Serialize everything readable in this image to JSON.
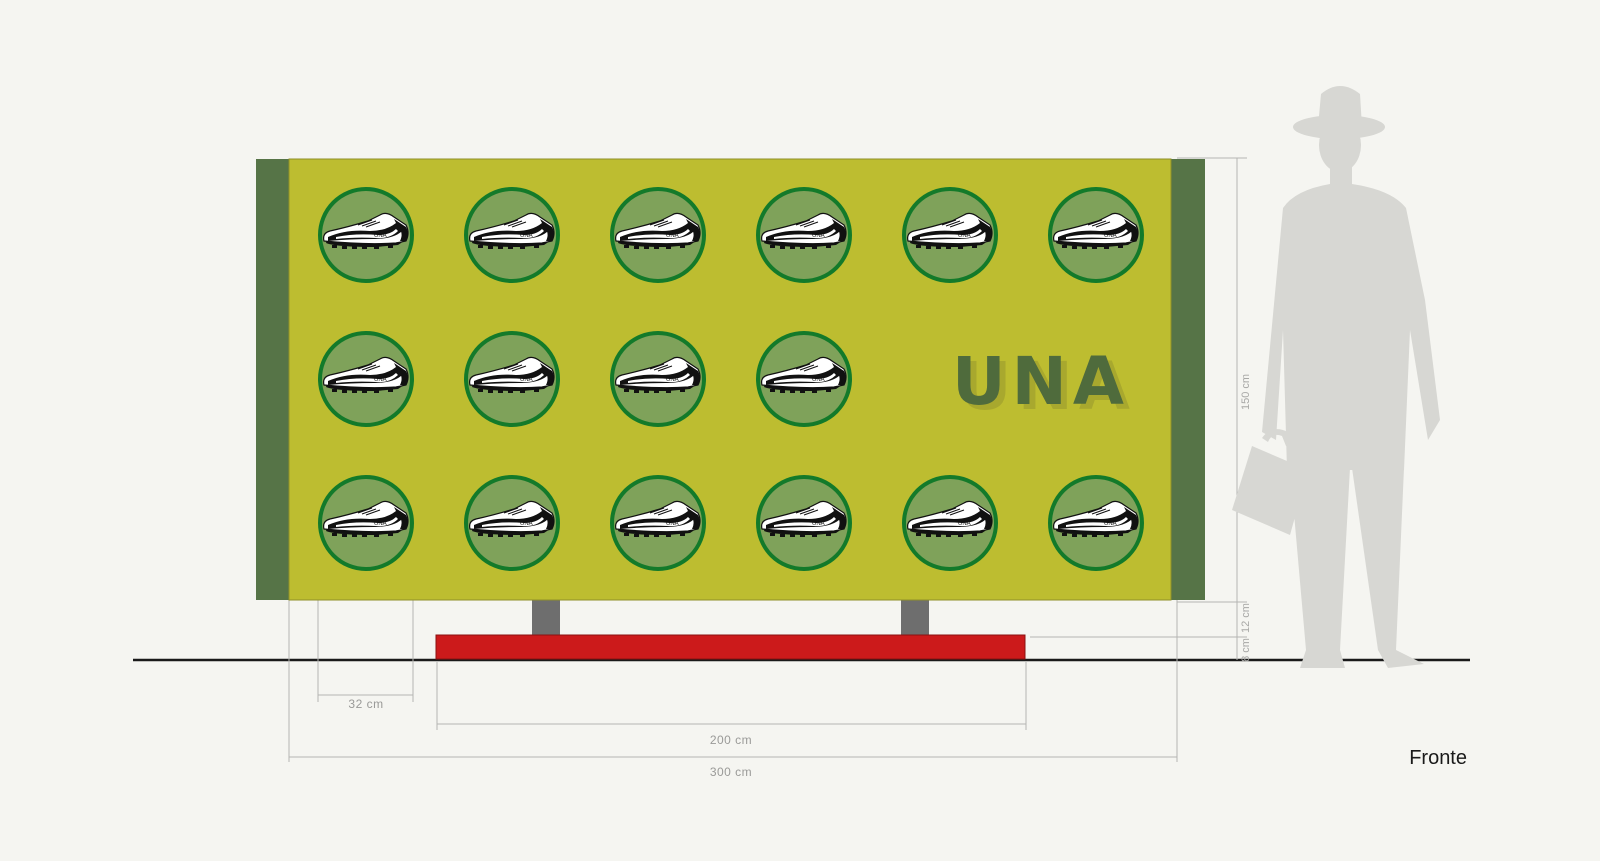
{
  "drawing": {
    "view_label": "Fronte",
    "brand_logo_text": "UNA",
    "shoe_logo_text": "UNA",
    "badges": {
      "rows": 3,
      "columns": 6,
      "count": 16,
      "skipped_row": 2,
      "skipped_columns": [
        5,
        6
      ]
    },
    "dimensions": {
      "badge_diameter": "32 cm",
      "base_length": "200 cm",
      "total_width": "300 cm",
      "panel_height": "150 cm",
      "post_height": "12 cm",
      "base_height": "8 cm"
    },
    "colors": {
      "background": "#f5f5f1",
      "panel": "#bdbd30",
      "side_frame": "#567447",
      "badge_fill": "#7fa25a",
      "badge_ring": "#137a2a",
      "base": "#cc1a1b",
      "post": "#6e6e6e",
      "logo": "#4f6b3c",
      "logo_shadow": "#a8a82e",
      "silhouette": "#d7d7d3",
      "ground_line": "#1a1a1a",
      "dimension_line": "#b5b5b3"
    },
    "icons": [
      "football-boot-icon",
      "person-silhouette-icon",
      "briefcase-icon",
      "hat-icon"
    ]
  }
}
